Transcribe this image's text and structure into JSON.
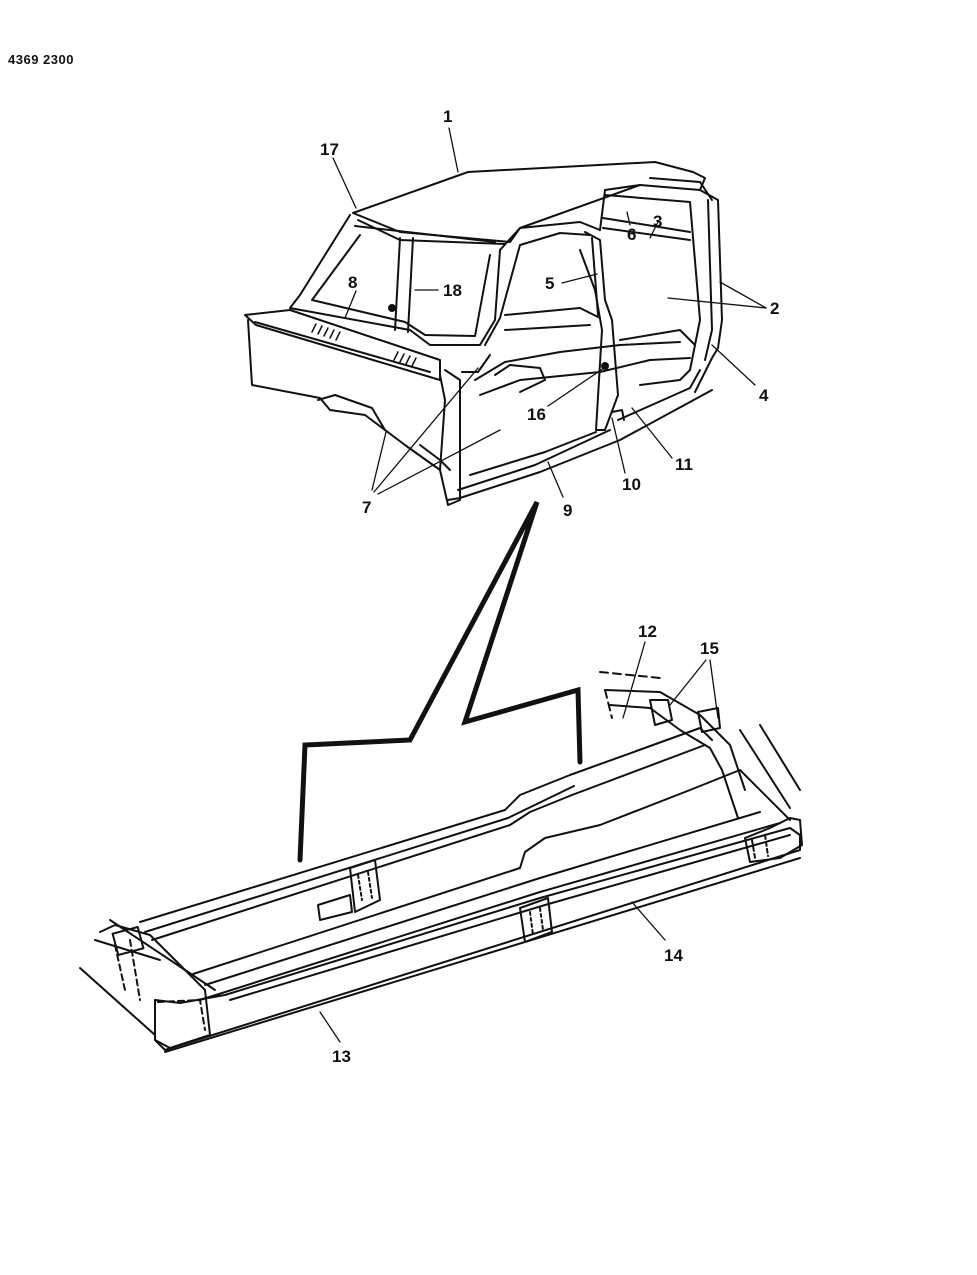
{
  "ref_code": "4369 2300",
  "colors": {
    "ink": "#111111",
    "background": "#ffffff"
  },
  "labels": {
    "l1": "1",
    "l2": "2",
    "l3": "3",
    "l4": "4",
    "l5": "5",
    "l6": "6",
    "l7": "7",
    "l8": "8",
    "l9": "9",
    "l10": "10",
    "l11": "11",
    "l12": "12",
    "l13": "13",
    "l14": "14",
    "l15": "15",
    "l16": "16",
    "l17": "17",
    "l18": "18"
  }
}
